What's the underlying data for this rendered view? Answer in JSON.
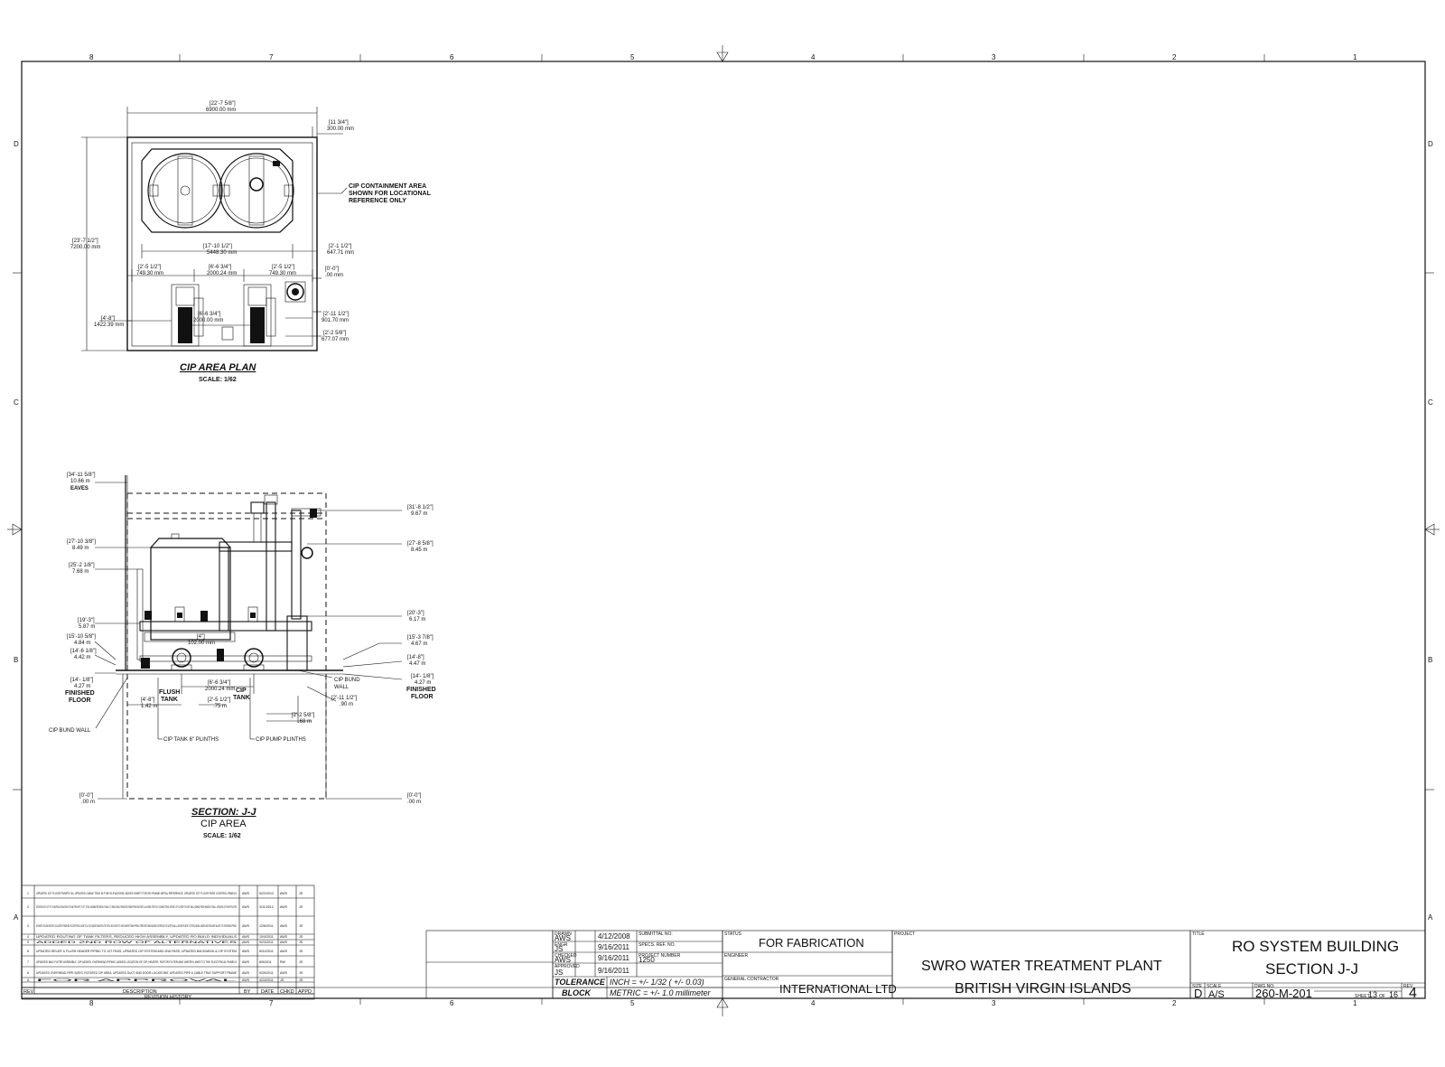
{
  "border": {
    "columns": [
      "8",
      "7",
      "6",
      "5",
      "4",
      "3",
      "2",
      "1"
    ],
    "rows": [
      "D",
      "C",
      "B",
      "A"
    ]
  },
  "plan": {
    "title": "CIP AREA PLAN",
    "scale": "SCALE: 1/62",
    "note": [
      "CIP CONTAINMENT AREA",
      "SHOWN FOR LOCATIONAL",
      "REFERENCE ONLY"
    ],
    "dims": {
      "overall_w": [
        "[22'-7 5/8\"]",
        "6900.00 mm"
      ],
      "right_off": [
        "[11 3/4\"]",
        "300.00 mm"
      ],
      "overall_h": [
        "[23'-7 1/2\"]",
        "7200.00 mm"
      ],
      "inner_w": [
        "[17'-10 1/2\"]",
        "5448.30 mm"
      ],
      "right_gap": [
        "[2'-1 1/2\"]",
        "647.71 mm"
      ],
      "left_a": [
        "[2'-5 1/2\"]",
        "749.30 mm"
      ],
      "mid_a": [
        "[6'-6 3/4\"]",
        "2000.24 mm"
      ],
      "right_a": [
        "[2'-5 1/2\"]",
        "749.30 mm"
      ],
      "zero": [
        "[0'-0\"]",
        ".00 mm"
      ],
      "pump_sp": [
        "[6'-6 3/4\"]",
        "2000.00 mm"
      ],
      "left_h": [
        "[4'-8\"]",
        "1422.39 mm"
      ],
      "rt1": [
        "[2'-11 1/2\"]",
        "901.70 mm"
      ],
      "rt2": [
        "[2'-2 5/8\"]",
        "677.07 mm"
      ]
    }
  },
  "section": {
    "title": "SECTION: J-J",
    "subtitle": "CIP AREA",
    "scale": "SCALE: 1/62",
    "left_levels": [
      {
        "a": "[34'-11 5/8\"]",
        "b": "10.66 m",
        "c": "EAVES"
      },
      {
        "a": "[27'-10 3/8\"]",
        "b": "8.49 m"
      },
      {
        "a": "[25'-2 1/8\"]",
        "b": "7.68 m"
      },
      {
        "a": "[19'-3\"]",
        "b": "5.87 m"
      },
      {
        "a": "[15'-10 5/8\"]",
        "b": "4.84 m"
      },
      {
        "a": "[14'-6 1/8\"]",
        "b": "4.42 m"
      },
      {
        "a": "[14'- 1/8\"]",
        "b": "4.27 m",
        "c": "FINISHED",
        "d": "FLOOR"
      }
    ],
    "right_levels": [
      {
        "a": "[31'-8 1/2\"]",
        "b": "9.67 m"
      },
      {
        "a": "[27'-8 5/8\"]",
        "b": "8.45 m"
      },
      {
        "a": "[20'-3\"]",
        "b": "6.17 m"
      },
      {
        "a": "[15'-3 7/8\"]",
        "b": "4.67 m"
      },
      {
        "a": "[14'-8\"]",
        "b": "4.47 m"
      },
      {
        "a": "[14'- 1/8\"]",
        "b": "4.27 m",
        "c": "FINISHED",
        "d": "FLOOR"
      }
    ],
    "labels": {
      "pipe": [
        "[4\"]",
        "102.00 mm"
      ],
      "flush_tank": [
        "FLUSH",
        "TANK"
      ],
      "cip_tank": [
        "CIP",
        "TANK"
      ],
      "sp1": [
        "[6'-6 3/4\"]",
        "2000.24 mm"
      ],
      "sp2": [
        "[4'-8\"]",
        "1.42 m"
      ],
      "sp3": [
        "[2'-5 1/2\"]",
        ".75 m"
      ],
      "bund_r": [
        "CIP BUND",
        "WALL"
      ],
      "sp4": [
        "[2'-11 1/2\"]",
        ".90 m"
      ],
      "sp5": [
        "[2'-2 5/8\"]",
        ".68 m"
      ],
      "bund_l": "CIP BUND WALL",
      "tank_plinths": "CIP TANK 6\" PLINTHS",
      "pump_plinths": "CIP PUMP PLINTHS",
      "base_l": [
        "[0'-0\"]",
        ".00 m"
      ],
      "base_r": [
        "[0'-0\"]",
        ".00 m"
      ]
    }
  },
  "revisions": {
    "header": [
      "REV",
      "DESCRIPTION",
      "BY",
      "DATE",
      "CHKD",
      "APPD"
    ],
    "caption": "REVISION HISTORY",
    "rows": [
      {
        "rev": "1",
        "desc": "UPDATED 1ST FLOOR PUMPS ON, UPDATED CABLE TRAY IN THIS ELEVATIONS, ADDED SHEET FOR RO FRAME METAL REFERENCE, UPDATED 1ST FLOOR PASS CONTROL PANELS",
        "by": "AWS",
        "date": "5/22/2012",
        "chkd": "AWS",
        "appd": "JS"
      },
      {
        "rev": "2",
        "desc": "UPDATED ELEV OF TP-2 DUMP AND ELEVATION OF LINE FROM RT TO DT, TOTAL ELIMINATED RINGS AT WALL TO INDIC AREA, REMOVED DRAW FROM 2ND PASS, ALLOWED FOR FLEX CONNECTIONS, MOVED CIP CLOSER TO EAST WALL (300MM) FROM INSIDE OF WALL, UPDATED CIP PUMP PLINTHS",
        "by": "AWS",
        "date": "3/11/2012",
        "chkd": "AWS",
        "appd": "JS"
      },
      {
        "rev": "3",
        "desc": "UPDATED FLUSH HEIGHTS, ADJUSTED FINISHED FLOOR FROM 4.25M TO 4.27M, ADDED NEW ROUTE FOR 4 INCH HIGH TO HIGH WATER TANK PIPING, REROUTED BACKWASH OVERFLOW TO NORTH WALL, ADDED PLINTH TO STEEL BEAM, ADDED AIR RELEASE VALVES TO OVERHEAD PIPING",
        "by": "AWS",
        "date": "12/6/2011",
        "chkd": "AWS",
        "appd": "JS"
      },
      {
        "rev": "4",
        "desc": "UPDATED ROUTING OF TANK FILTERS, REDUCED HIGH ASSEMBLY, UPDATED RO BUILD INDIVIDUALS",
        "by": "AWS",
        "date": "10/4/2011",
        "chkd": "AWS",
        "appd": "JS"
      },
      {
        "rev": "5",
        "desc": "ADDED 2ND ROW OF ALTERNATIVES",
        "by": "AWS",
        "date": "9/23/2011",
        "chkd": "AWS",
        "appd": "JS"
      },
      {
        "rev": "6",
        "desc": "UPDATED RELIEF & FLUSH HEADER PIPING TO 1ST PASS, UPDATED CIP SYSTEM AND 2ND PASS, UPDATED BACKWASH & CIP SYSTEM",
        "by": "AWS",
        "date": "8/31/2011",
        "chkd": "AWS",
        "appd": "JS"
      },
      {
        "rev": "7",
        "desc": "UPDATED BAG FILTER ASSEMBLY, CIP ADDED, OVERHEAD PIPING, ADDED LOCATION OF CIP, HEATER, ROTOR FILTER AND WATER LINES TO THE ELECTRICAL PANELS",
        "by": "AWS",
        "date": "8/5/2011",
        "chkd": "RW",
        "appd": "JS"
      },
      {
        "rev": "8",
        "desc": "UPDATED OVERHEAD PIPE SIZES, ROTATED CIP AREA, UPDATED DUCT AND DOOR LOCATIONS, UPDATED PIPE & CABLE TRAY SUPPORT FRAME",
        "by": "AWS",
        "date": "9/29/2011",
        "chkd": "AWS",
        "appd": "JS"
      },
      {
        "rev": "A",
        "desc": "FOR APPROVAL",
        "by": "AWS",
        "date": "4/24/2011",
        "chkd": "JS",
        "appd": "JS"
      }
    ]
  },
  "title_block": {
    "drawn_lbl": "DRAWN",
    "drawn_by": "AWS",
    "drawn_date": "4/12/2008",
    "engr_lbl": "ENGR",
    "engr_by": "JS",
    "engr_date": "9/16/2011",
    "checked_lbl": "CHECKED",
    "checked_by": "AWS",
    "checked_date": "9/16/2011",
    "approved_lbl": "APPROVED",
    "approved_by": "JS",
    "approved_date": "9/16/2011",
    "submittal_lbl": "SUBMITTAL NO.",
    "spec_lbl": "SPECS. REF. NO.",
    "project_no_lbl": "PROJECT NUMBER",
    "project_no": "1250",
    "tolerance_1": "TOLERANCE",
    "tolerance_2": "BLOCK",
    "inch": "INCH = +/- 1/32 ( +/- 0.03)",
    "metric": "METRIC = +/- 1.0 millimeter",
    "status_lbl": "STATUS",
    "status": "FOR FABRICATION",
    "engineer_lbl": "ENGINEER",
    "gc_lbl": "GENERAL CONTRACTOR",
    "gc": "INTERNATIONAL LTD",
    "project_lbl": "PROJECT",
    "project_1": "SWRO WATER TREATMENT PLANT",
    "project_2": "BRITISH VIRGIN ISLANDS",
    "title_lbl": "TITLE",
    "title_1": "RO SYSTEM BUILDING",
    "title_2": "SECTION J-J",
    "size_lbl": "SIZE",
    "size": "D",
    "scale_lbl": "SCALE",
    "scale": "A/S",
    "dwg_lbl": "DWG NO.",
    "dwg": "260-M-201",
    "sheet_lbl": "SHEET",
    "sheet": "13",
    "of_lbl": "OF",
    "sheets": "16",
    "rev_lbl": "REV",
    "rev": "4"
  }
}
